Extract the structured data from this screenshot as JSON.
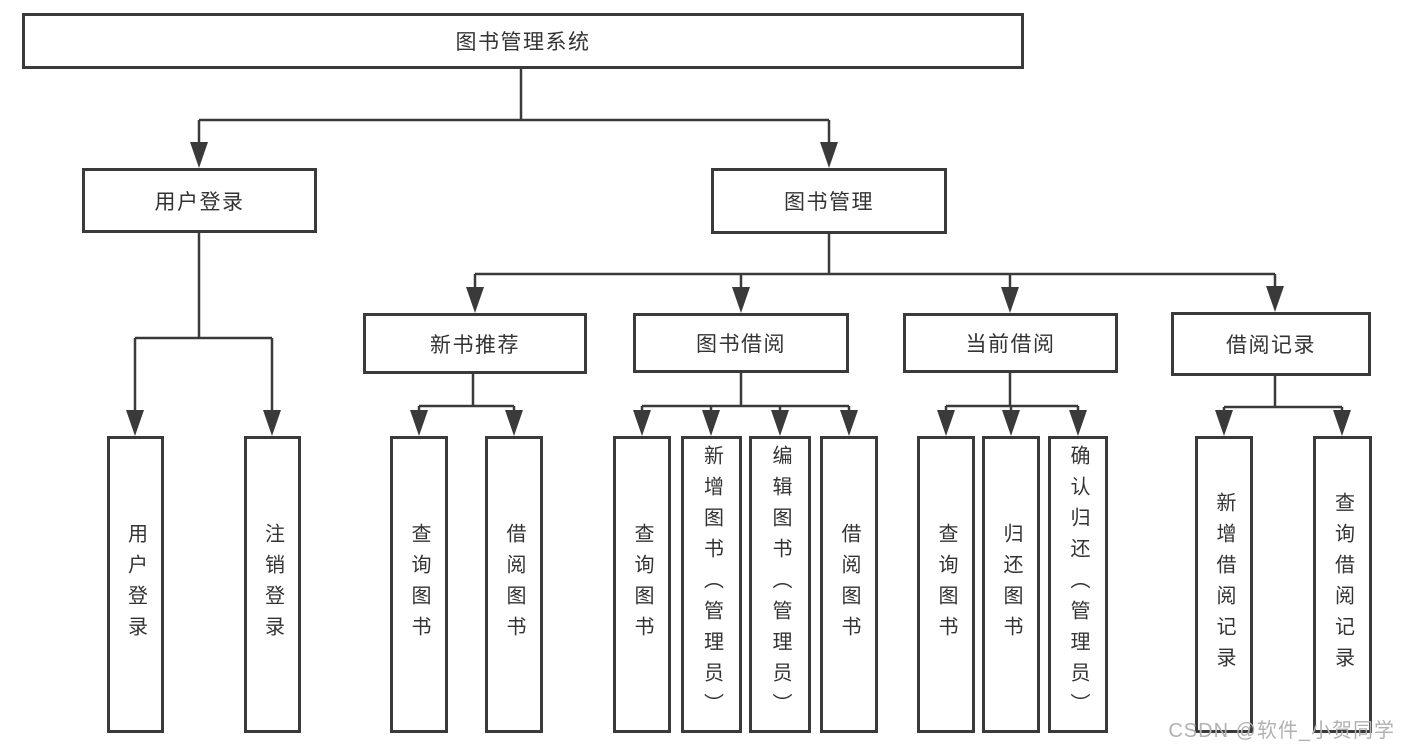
{
  "tree": {
    "label": "图书管理系统",
    "children": [
      {
        "label": "用户登录",
        "children": [
          {
            "label": "用户登录"
          },
          {
            "label": "注销登录"
          }
        ]
      },
      {
        "label": "图书管理",
        "children": [
          {
            "label": "新书推荐",
            "children": [
              {
                "label": "查询图书"
              },
              {
                "label": "借阅图书"
              }
            ]
          },
          {
            "label": "图书借阅",
            "children": [
              {
                "label": "查询图书"
              },
              {
                "label": "新增图书（管理员）"
              },
              {
                "label": "编辑图书（管理员）"
              },
              {
                "label": "借阅图书"
              }
            ]
          },
          {
            "label": "当前借阅",
            "children": [
              {
                "label": "查询图书"
              },
              {
                "label": "归还图书"
              },
              {
                "label": "确认归还（管理员）"
              }
            ]
          },
          {
            "label": "借阅记录",
            "children": [
              {
                "label": "新增借阅记录"
              },
              {
                "label": "查询借阅记录"
              }
            ]
          }
        ]
      }
    ]
  },
  "watermark": {
    "text": "CSDN @软件_小贺同学"
  },
  "colors": {
    "line": "#3a3a3a",
    "text": "#333333",
    "box_background": "#ffffff",
    "watermark": "#b1b1b3",
    "background": "#ffffff"
  }
}
